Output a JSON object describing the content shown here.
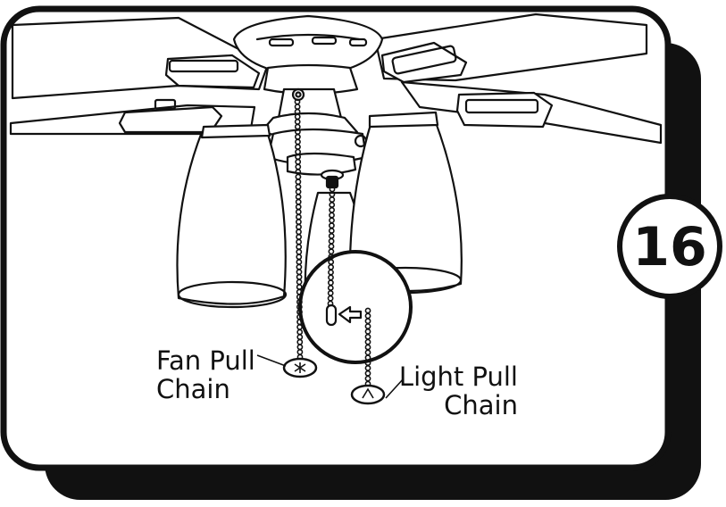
{
  "step": {
    "number": "16"
  },
  "labels": {
    "fan_line1": "Fan Pull",
    "fan_line2": "Chain",
    "light_line1": "Light Pull",
    "light_line2": "Chain"
  },
  "colors": {
    "ink": "#111111",
    "panel": "#ffffff",
    "shadow": "#111111"
  },
  "icons": {
    "step_badge": "circle-badge",
    "arrow": "left-arrow-icon",
    "fan_pull": "fan-pull-knob-icon",
    "light_pull": "light-pull-knob-icon"
  }
}
